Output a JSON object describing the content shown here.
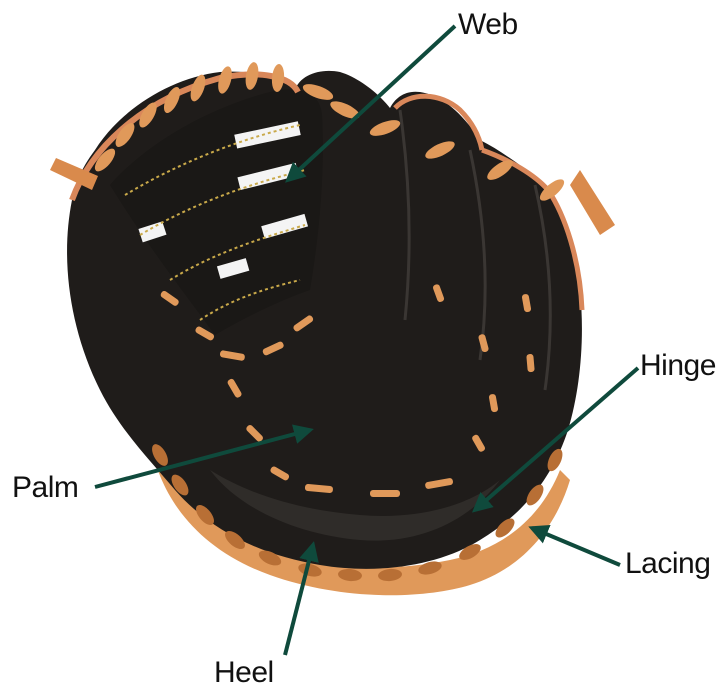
{
  "diagram": {
    "subject": "glove-illustration",
    "colors": {
      "leather_dark": "#1f1c1a",
      "leather_shade": "#2f2c29",
      "lacing": "#e0995a",
      "lacing_dark": "#b86f35",
      "binding": "#d9875a",
      "stitching": "#c9a94a",
      "arrow": "#0f4a3c"
    },
    "labels": {
      "web": "Web",
      "hinge": "Hinge",
      "palm": "Palm",
      "lacing": "Lacing",
      "heel": "Heel"
    }
  }
}
